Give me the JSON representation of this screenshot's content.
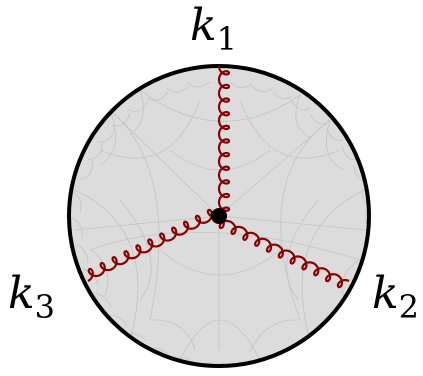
{
  "labels": {
    "top": {
      "main": "k",
      "sub": "1"
    },
    "right": {
      "main": "k",
      "sub": "2"
    },
    "left": {
      "main": "k",
      "sub": "3"
    }
  },
  "colors": {
    "disk_fill": "#dcdcdc",
    "tessellation": "#c4c4c4",
    "boundary": "#000000",
    "gluon": "#8b0000",
    "vertex": "#000000"
  }
}
